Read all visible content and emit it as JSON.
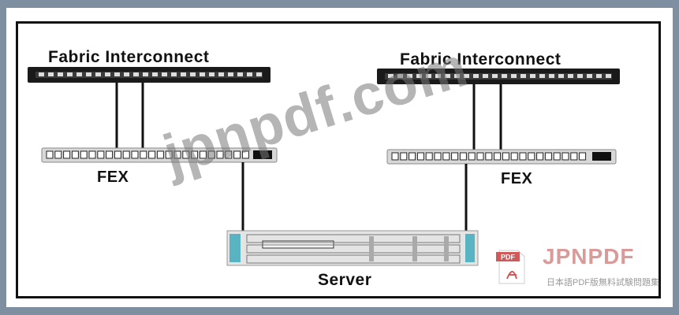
{
  "diagram": {
    "left_interconnect_label": "Fabric Interconnect",
    "right_interconnect_label": "Fabric Interconnect",
    "left_fex_label": "FEX",
    "right_fex_label": "FEX",
    "server_label": "Server"
  },
  "watermark": {
    "text": "jpnpdf.com",
    "logo_badge": "PDF",
    "logo_brand": "JPNPDF",
    "logo_tagline": "日本語PDF版無料試験問題集"
  },
  "colors": {
    "frame_bg": "#7d8fa0",
    "device_dark": "#1a1a1a",
    "device_light": "#d8d8d8",
    "logo_red": "#d99a9a"
  }
}
